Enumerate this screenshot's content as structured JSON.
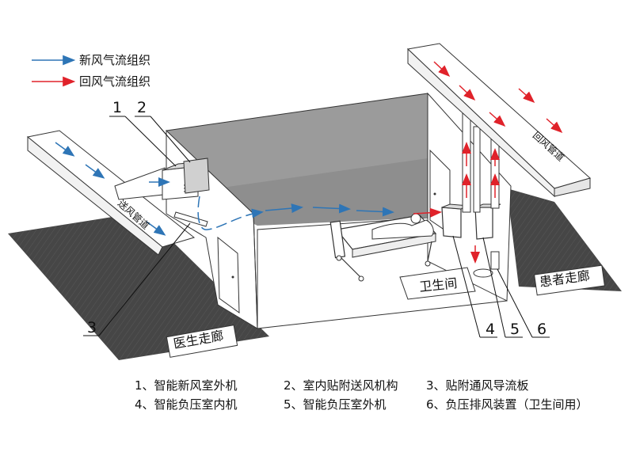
{
  "colors": {
    "fresh_air": "#2e75b6",
    "return_air": "#e0222a",
    "floor": "#4a4a4a",
    "wall_back": "#8c8c8c"
  },
  "legend": {
    "fresh": "新风气流组织",
    "return": "回风气流组织"
  },
  "callouts": [
    "1",
    "2",
    "3",
    "4",
    "5",
    "6"
  ],
  "labels": {
    "supply_duct": "送风管道",
    "return_duct": "回风管道",
    "doctor_corridor": "医生走廊",
    "patient_corridor": "患者走廊",
    "bathroom": "卫生间"
  },
  "captions": {
    "row1": [
      "1、智能新风室外机",
      "2、室内贴附送风机构",
      "3、贴附通风导流板"
    ],
    "row2": [
      "4、智能负压室内机",
      "5、智能负压室外机",
      "6、负压排风装置（卫生间用）"
    ]
  }
}
